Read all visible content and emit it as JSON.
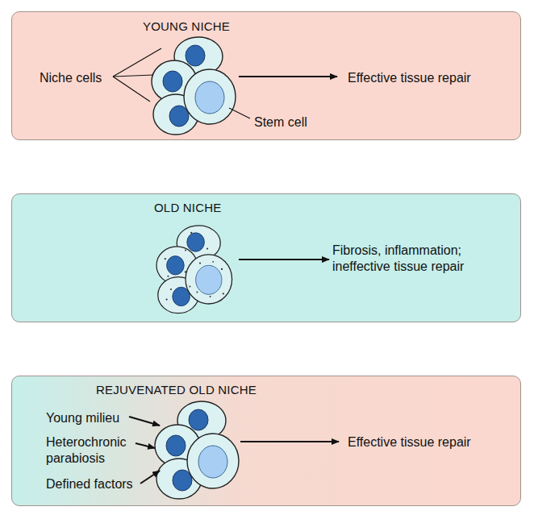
{
  "diagram": {
    "nodes": [
      {
        "text": [
          "YOUNG NICHE",
          "Niche cells",
          "Stem cell",
          "Effective tissue repair"
        ]
      },
      {
        "text": [
          "OLD NICHE",
          "Fibrosis, inflammation; ineffective tissue repair"
        ]
      },
      {
        "text": [
          "REJUVENATED OLD NICHE",
          "Young milieu",
          "Heterochronic parabiosis",
          "Defined factors",
          "Effective tissue repair"
        ]
      }
    ]
  }
}
